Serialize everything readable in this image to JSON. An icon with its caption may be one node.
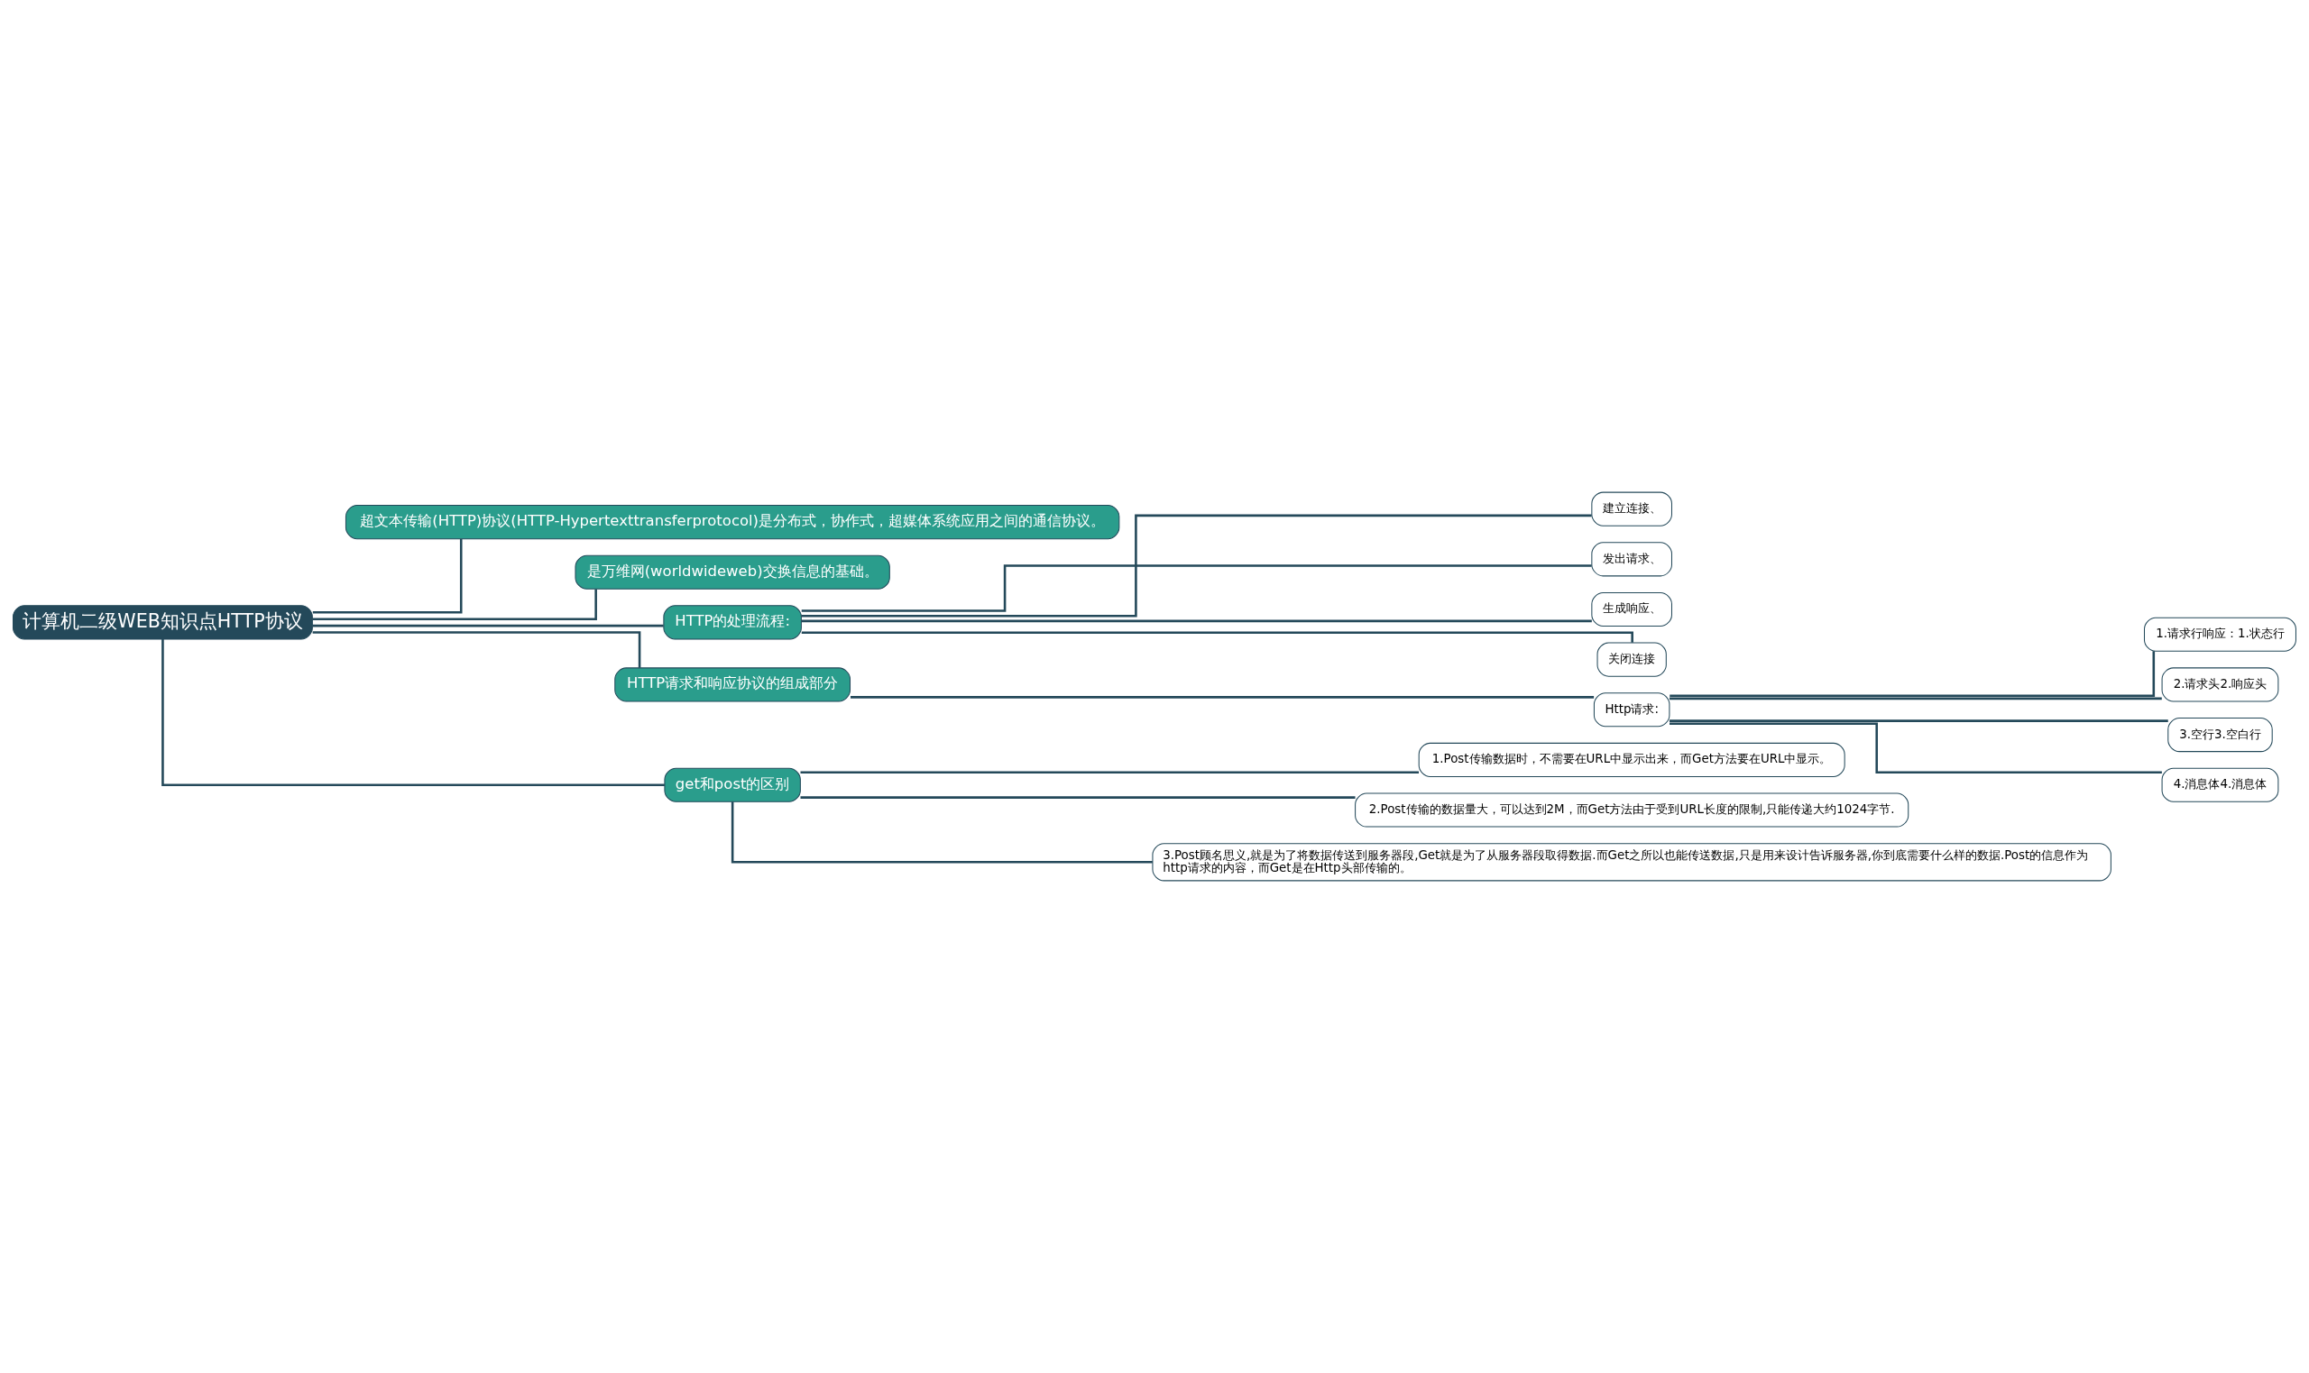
{
  "diagram": {
    "nodes": [
      {
        "text": [
          "计算机二级WEB知识点HTTP协议"
        ]
      },
      {
        "text": [
          "超文本传输(HTTP)协议(HTTP-Hypertexttransferprotocol)是分布式，协作式，超媒体系统应用之间的通信协议。"
        ]
      },
      {
        "text": [
          "是万维网(worldwideweb)交换信息的基础。"
        ]
      },
      {
        "text": [
          "HTTP的处理流程:"
        ]
      },
      {
        "text": [
          "建立连接、"
        ]
      },
      {
        "text": [
          "发出请求、"
        ]
      },
      {
        "text": [
          "生成响应、"
        ]
      },
      {
        "text": [
          "关闭连接"
        ]
      },
      {
        "text": [
          "HTTP请求和响应协议的组成部分"
        ]
      },
      {
        "text": [
          "Http请求:"
        ]
      },
      {
        "text": [
          "1.请求行响应：1.状态行"
        ]
      },
      {
        "text": [
          "2.请求头2.响应头"
        ]
      },
      {
        "text": [
          "3.空行3.空白行"
        ]
      },
      {
        "text": [
          "4.消息体4.消息体"
        ]
      },
      {
        "text": [
          "get和post的区别"
        ]
      },
      {
        "text": [
          "1.Post传输数据时，不需要在URL中显示出来，而Get方法要在URL中显示。"
        ]
      },
      {
        "text": [
          "2.Post传输的数据量大，可以达到2M，而Get方法由于受到URL长度的限制,只能传递大约1024字节."
        ]
      },
      {
        "text": [
          "3.Post顾名思义,就是为了将数据传送到服务器段,Get就是为了从服务器段取得数据.而Get之所以也能传送数据,只是用来设计告诉服务器,你到底需要什么样的数据.Post的信息作为http请求的内容，而Get是在Http头部传输的。"
        ]
      }
    ],
    "edges": [
      {
        "from": 0,
        "to": 1,
        "arrow": "none"
      },
      {
        "from": 0,
        "to": 2,
        "arrow": "none"
      },
      {
        "from": 0,
        "to": 3,
        "arrow": "none"
      },
      {
        "from": 3,
        "to": 4,
        "arrow": "none"
      },
      {
        "from": 3,
        "to": 5,
        "arrow": "none"
      },
      {
        "from": 3,
        "to": 6,
        "arrow": "none"
      },
      {
        "from": 3,
        "to": 7,
        "arrow": "none"
      },
      {
        "from": 0,
        "to": 8,
        "arrow": "none"
      },
      {
        "from": 8,
        "to": 9,
        "arrow": "none"
      },
      {
        "from": 9,
        "to": 10,
        "arrow": "none"
      },
      {
        "from": 9,
        "to": 11,
        "arrow": "none"
      },
      {
        "from": 9,
        "to": 12,
        "arrow": "none"
      },
      {
        "from": 9,
        "to": 13,
        "arrow": "none"
      },
      {
        "from": 0,
        "to": 14,
        "arrow": "none"
      },
      {
        "from": 14,
        "to": 15,
        "arrow": "none"
      },
      {
        "from": 14,
        "to": 16,
        "arrow": "none"
      },
      {
        "from": 14,
        "to": 17,
        "arrow": "none"
      }
    ]
  }
}
